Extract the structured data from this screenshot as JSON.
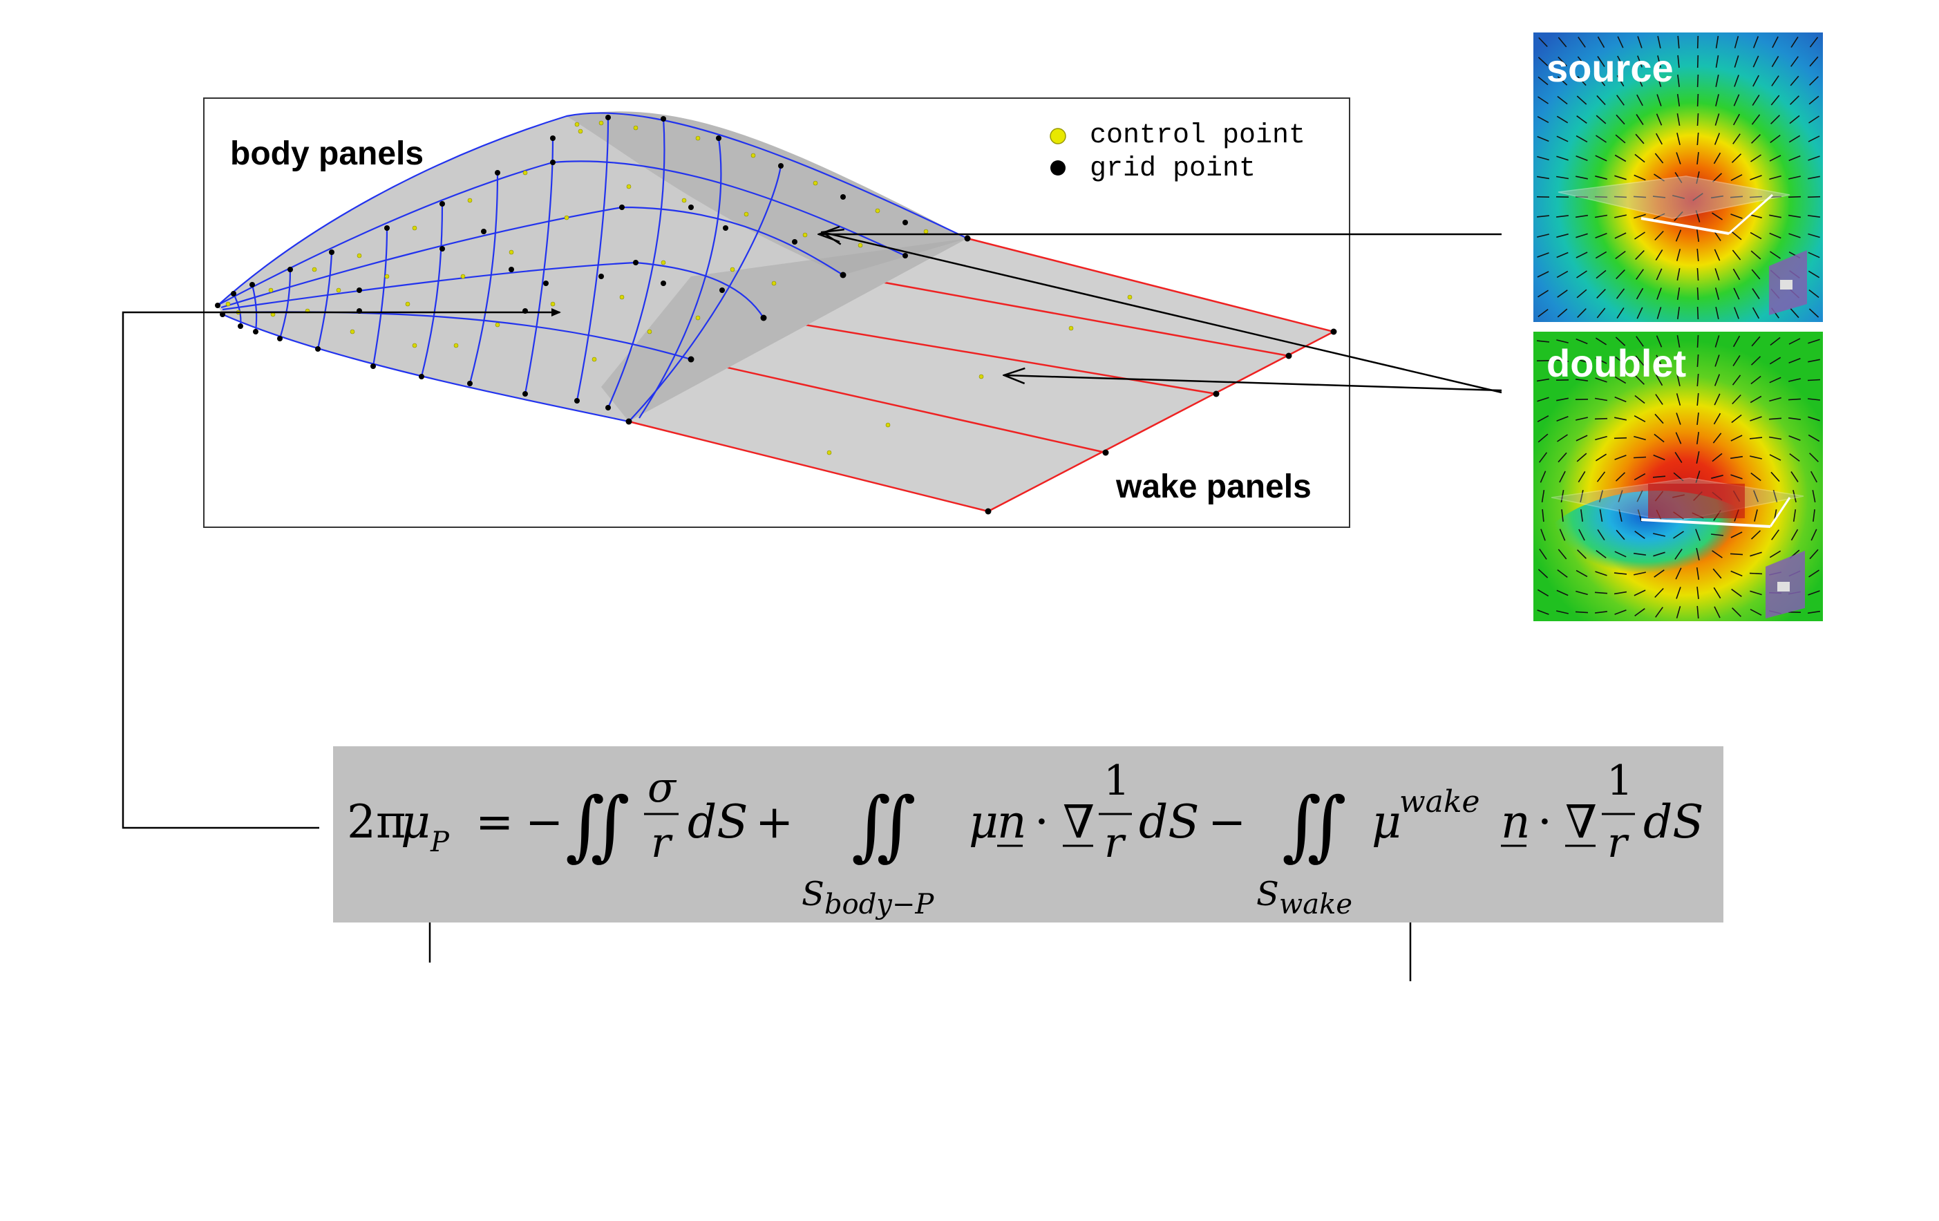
{
  "mesh_view": {
    "body_label": "body panels",
    "wake_label": "wake panels",
    "legend": {
      "control_point": "control point",
      "grid_point": "grid point"
    }
  },
  "singularities": {
    "source": {
      "title": "source"
    },
    "doublet": {
      "title": "doublet"
    }
  },
  "equation": {
    "lhs_coef": "2π",
    "mu": "μ",
    "lhs_sub": "P",
    "equals": "=",
    "minus": "−",
    "plus": "+",
    "integral": "∬",
    "sigma": "σ",
    "r": "r",
    "one": "1",
    "dS": "dS",
    "n": "n",
    "dot": "·",
    "nabla": "∇",
    "sup_wake": "wake",
    "lim_body": "S",
    "lim_body_sub": "body−P",
    "lim_wake": "S",
    "lim_wake_sub": "wake"
  },
  "colors": {
    "body_grid": "#2233ee",
    "wake_grid": "#ee2222",
    "panel_fill": "#cfcfcf",
    "control_point": "#e8e800",
    "grid_point": "#000000",
    "equation_box": "#c0c0c0"
  }
}
